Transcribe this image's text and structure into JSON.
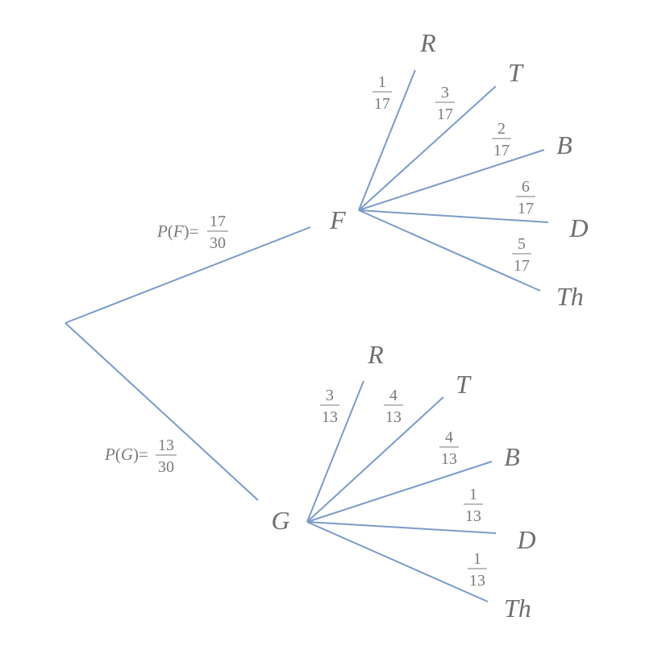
{
  "root_branches": [
    {
      "node": "F",
      "prob_label": {
        "name": "P",
        "event": "F",
        "num": "17",
        "den": "30"
      },
      "children": [
        {
          "label": "R",
          "num": "1",
          "den": "17"
        },
        {
          "label": "T",
          "num": "3",
          "den": "17"
        },
        {
          "label": "B",
          "num": "2",
          "den": "17"
        },
        {
          "label": "D",
          "num": "6",
          "den": "17"
        },
        {
          "label": "Th",
          "num": "5",
          "den": "17"
        }
      ]
    },
    {
      "node": "G",
      "prob_label": {
        "name": "P",
        "event": "G",
        "num": "13",
        "den": "30"
      },
      "children": [
        {
          "label": "R",
          "num": "3",
          "den": "13"
        },
        {
          "label": "T",
          "num": "4",
          "den": "13"
        },
        {
          "label": "B",
          "num": "4",
          "den": "13"
        },
        {
          "label": "D",
          "num": "1",
          "den": "13"
        },
        {
          "label": "Th",
          "num": "1",
          "den": "13"
        }
      ]
    }
  ],
  "colors": {
    "edge": "#7a9bc8",
    "text": "#6e6e6e"
  }
}
